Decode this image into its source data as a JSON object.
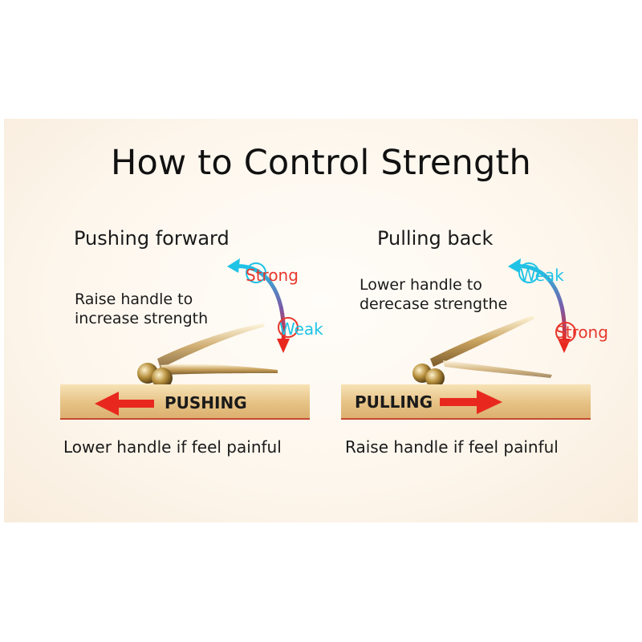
{
  "title": "How to Control Strength",
  "left": {
    "heading": "Pushing forward",
    "description_lines": [
      "Raise handle to",
      "increase strength"
    ],
    "upper_label": "Strong",
    "lower_label": "Weak",
    "band_label": "PUSHING",
    "footer": "Lower handle if feel painful"
  },
  "right": {
    "heading": "Pulling back",
    "description_lines": [
      "Lower handle to",
      "derecase strengthe"
    ],
    "upper_label": "Weak",
    "lower_label": "Strong",
    "band_label": "PULLING",
    "footer": "Raise handle if feel painful"
  },
  "colors": {
    "strong": "#e8372c",
    "weak": "#1fc3e6",
    "arrow_red": "#e8281e",
    "band_gold": "#e6c285"
  }
}
